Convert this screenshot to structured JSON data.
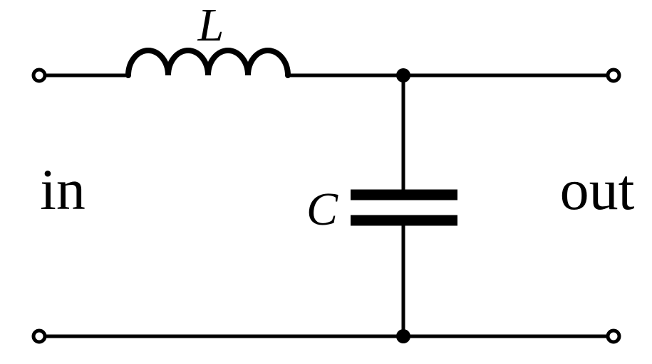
{
  "diagram": {
    "labels": {
      "inductor": "L",
      "capacitor": "C",
      "input": "in",
      "output": "out"
    },
    "colors": {
      "line": "#000000",
      "background": "#ffffff"
    }
  }
}
